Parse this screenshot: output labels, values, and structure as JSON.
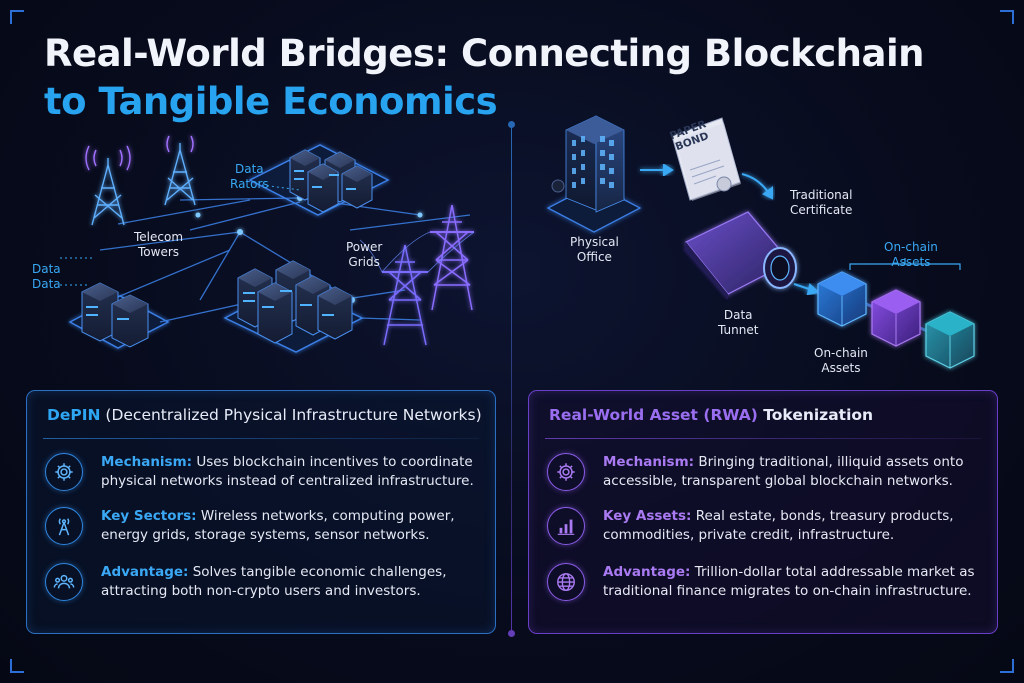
{
  "title": {
    "line1": "Real-World Bridges: Connecting Blockchain",
    "line2": "to Tangible Economics"
  },
  "depin_illustration": {
    "labels": {
      "data_rators": "Data\nRators",
      "telecom_towers": "Telecom\nTowers",
      "power_grids": "Power\nGrids",
      "data_data": "Data\nData"
    }
  },
  "rwa_illustration": {
    "labels": {
      "paper_bond": "PAPER\nBOND",
      "physical_office": "Physical\nOffice",
      "traditional_certificate": "Traditional\nCertificate",
      "data_tunnel": "Data\nTunnet",
      "onchain_assets_top": "On-chain\nAssets",
      "onchain_assets_bottom": "On-chain\nAssets"
    }
  },
  "depin_panel": {
    "title_highlight": "DePIN",
    "title_rest": " (Decentralized Physical Infrastructure Networks)",
    "items": [
      {
        "icon": "gear-icon",
        "key": "Mechanism:",
        "text": " Uses blockchain incentives to coordinate physical networks instead of centralized infrastructure."
      },
      {
        "icon": "antenna-icon",
        "key": "Key Sectors:",
        "text": " Wireless networks, computing power, energy grids, storage systems, sensor networks."
      },
      {
        "icon": "users-icon",
        "key": "Advantage:",
        "text": " Solves tangible economic challenges, attracting both non-crypto users and investors."
      }
    ]
  },
  "rwa_panel": {
    "title_highlight": "Real-World Asset (RWA)",
    "title_rest": " Tokenization",
    "items": [
      {
        "icon": "gear-icon",
        "key": "Mechanism:",
        "text": " Bringing traditional, illiquid assets onto accessible, transparent global blockchain networks."
      },
      {
        "icon": "bar-chart-icon",
        "key": "Key Assets:",
        "text": " Real estate, bonds, treasury products, commodities, private credit, infrastructure."
      },
      {
        "icon": "globe-icon",
        "key": "Advantage:",
        "text": " Trillion-dollar total addressable market as traditional finance migrates to on-chain infrastructure."
      }
    ]
  },
  "colors": {
    "accent_blue": "#27a3f0",
    "accent_purple": "#9a6ef0",
    "background": "#070b1c"
  }
}
